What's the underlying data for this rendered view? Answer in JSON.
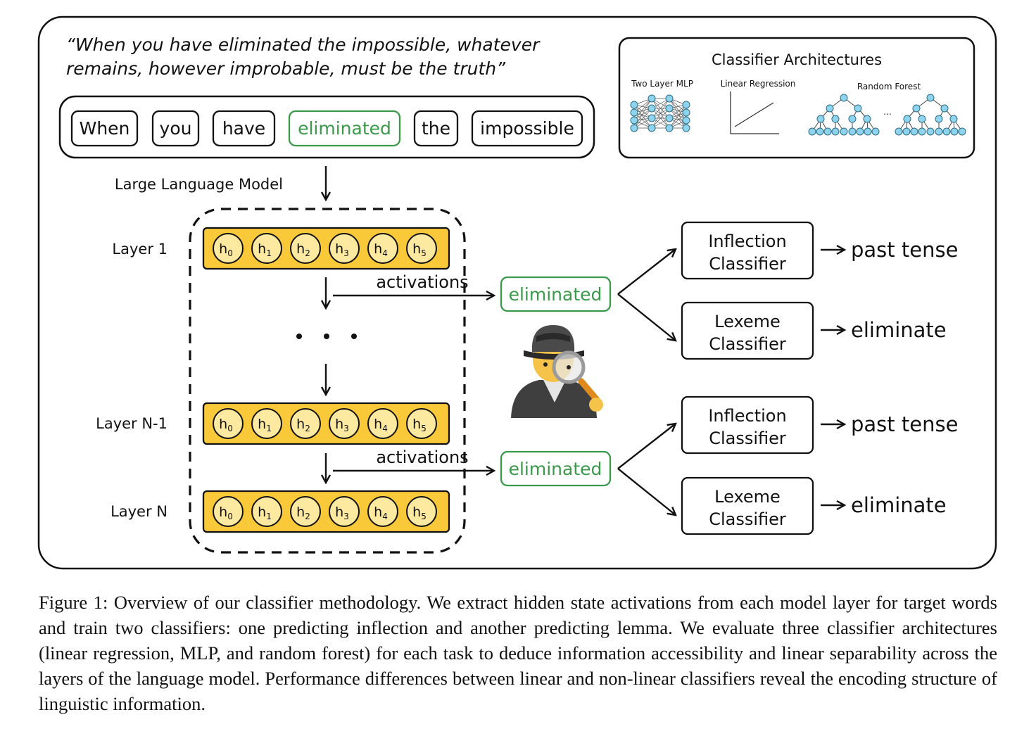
{
  "quote": {
    "line1": "“When you have eliminated the impossible, whatever",
    "line2": "remains, however improbable, must be the truth”"
  },
  "tokens": [
    {
      "text": "When",
      "highlight": false
    },
    {
      "text": "you",
      "highlight": false
    },
    {
      "text": "have",
      "highlight": false
    },
    {
      "text": "eliminated",
      "highlight": true
    },
    {
      "text": "the",
      "highlight": false
    },
    {
      "text": "impossible",
      "highlight": false
    }
  ],
  "model_label": "Large Language Model",
  "layers": [
    {
      "label": "Layer 1"
    },
    {
      "label": "Layer N-1"
    },
    {
      "label": "Layer N"
    }
  ],
  "hidden_states": [
    {
      "base": "h",
      "sub": "0"
    },
    {
      "base": "h",
      "sub": "1"
    },
    {
      "base": "h",
      "sub": "2"
    },
    {
      "base": "h",
      "sub": "3"
    },
    {
      "base": "h",
      "sub": "4"
    },
    {
      "base": "h",
      "sub": "5"
    }
  ],
  "activations_label": "activations",
  "target_word": "eliminated",
  "classifiers": [
    {
      "line1": "Inflection",
      "line2": "Classifier",
      "output": "past tense"
    },
    {
      "line1": "Lexeme",
      "line2": "Classifier",
      "output": "eliminate"
    }
  ],
  "architectures": {
    "title": "Classifier Architectures",
    "items": [
      "Two Layer MLP",
      "Linear Regression",
      "Random Forest"
    ],
    "ellipsis": "..."
  },
  "colors": {
    "accent_green": "#3a9a4a",
    "layer_fill": "#f9c93a",
    "circle_fill": "#fde9a0"
  },
  "caption": "Figure 1: Overview of our classifier methodology. We extract hidden state activations from each model layer for target words and train two classifiers: one predicting inflection and another predicting lemma. We evaluate three classifier architectures (linear regression, MLP, and random forest) for each task to deduce information accessibility and linear separability across the layers of the language model. Performance differences between linear and non-linear classifiers reveal the encoding structure of linguistic information."
}
